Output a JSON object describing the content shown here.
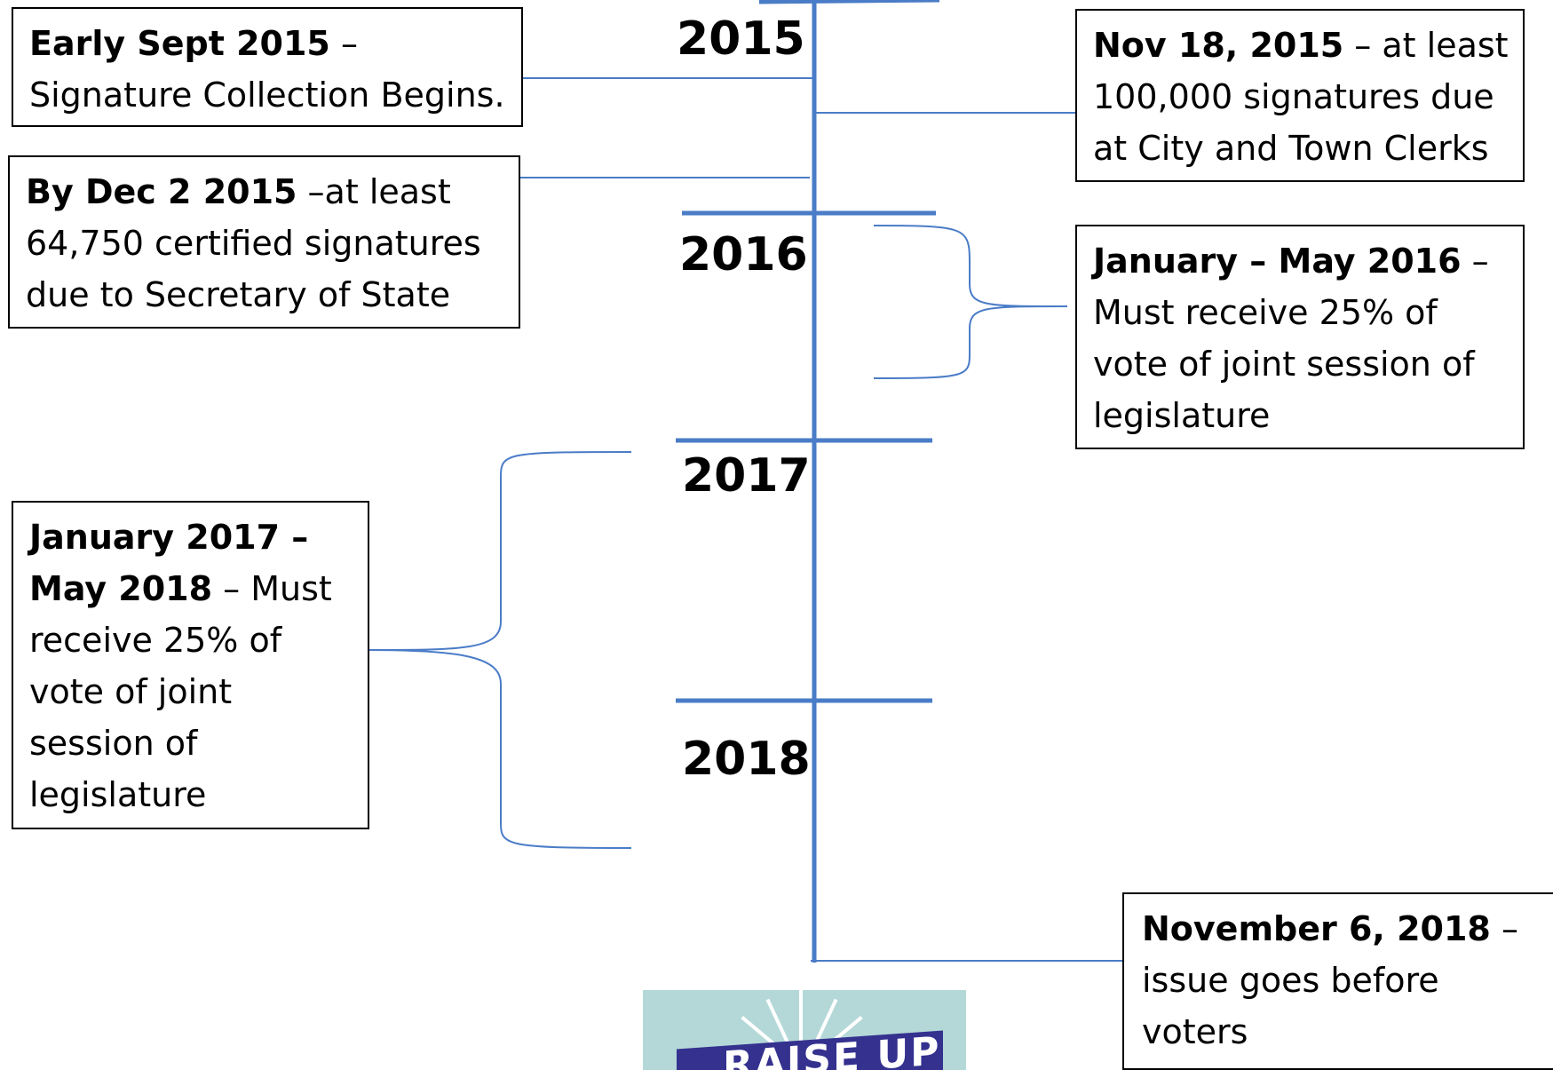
{
  "colors": {
    "axis": "#4a7cc7",
    "connector": "#4a7cc7",
    "logo_bg": "#b4d8d8",
    "logo_band": "#34318f"
  },
  "years": [
    "2015",
    "2016",
    "2017",
    "2018"
  ],
  "events": {
    "sig_start": {
      "bold": "Early Sept 2015",
      "rest": " – Signature Collection Begins."
    },
    "nov18": {
      "bold": "Nov 18, 2015",
      "rest": " – at least 100,000 signatures due at City and Town Clerks"
    },
    "dec2": {
      "bold": "By Dec 2 2015",
      "rest": " –at least 64,750 certified signatures due to Secretary of State"
    },
    "jan2016": {
      "bold": "January – May 2016",
      "rest": " – Must receive 25% of vote of joint session of legislature"
    },
    "jan2017": {
      "bold": "January 2017 – May 2018",
      "rest": " – Must receive 25% of vote of joint session of legislature"
    },
    "nov2018": {
      "bold": "November 6, 2018",
      "rest": " – issue goes before voters"
    }
  },
  "logo": {
    "text": "RAISE UP"
  }
}
